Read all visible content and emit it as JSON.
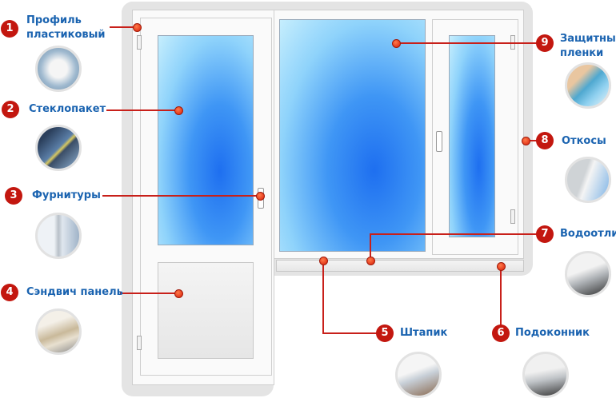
{
  "callouts": [
    {
      "num": "1",
      "label_line1": "Профиль",
      "label_line2": "пластиковый",
      "image": "profile-section"
    },
    {
      "num": "2",
      "label": "Стеклопакет",
      "image": "glass-unit"
    },
    {
      "num": "3",
      "label": "Фурнитуры",
      "image": "hardware"
    },
    {
      "num": "4",
      "label": "Сэндвич панель",
      "image": "sandwich-panel"
    },
    {
      "num": "5",
      "label": "Штапик",
      "image": "glazing-bead"
    },
    {
      "num": "6",
      "label": "Подоконник",
      "image": "window-sill"
    },
    {
      "num": "7",
      "label": "Водоотлив",
      "image": "drip-cap"
    },
    {
      "num": "8",
      "label": "Откосы",
      "image": "window-slopes"
    },
    {
      "num": "9",
      "label_line1": "Защитные",
      "label_line2": "пленки",
      "image": "protective-film"
    }
  ],
  "colors": {
    "accent": "#c3170f",
    "label": "#1a63b0"
  }
}
